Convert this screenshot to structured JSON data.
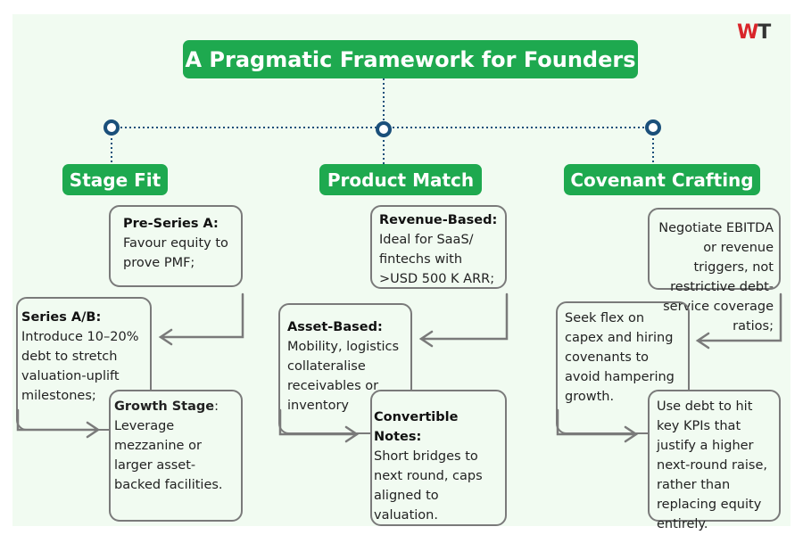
{
  "title": "A Pragmatic Framework for Founders",
  "logo": {
    "text": "WT",
    "colors": [
      "#d9252a",
      "#333333"
    ]
  },
  "colors": {
    "accent": "#1ea94f",
    "node": "#1a4f7a",
    "outline": "#7a7a7a",
    "background": "#f1fbf1"
  },
  "columns": [
    {
      "heading": "Stage Fit",
      "items": [
        {
          "label": "Pre-Series A:",
          "text": "Favour equity to prove PMF;"
        },
        {
          "label": "Series A/B:",
          "text": "Introduce 10–20% debt to stretch valuation-uplift milestones;"
        },
        {
          "label": "Growth Stage",
          "suffix": ":",
          "text": "Leverage mezzanine or larger asset-backed facilities."
        }
      ]
    },
    {
      "heading": "Product Match",
      "items": [
        {
          "label": "Revenue-Based:",
          "text": "Ideal for SaaS/ fintechs with >USD 500 K ARR;"
        },
        {
          "label": "Asset-Based:",
          "text": "Mobility, logistics collateralise receivables or inventory"
        },
        {
          "label": "Convertible Notes:",
          "text": "Short bridges to next round, caps aligned to valuation."
        }
      ]
    },
    {
      "heading": "Covenant Crafting",
      "items": [
        {
          "text": "Negotiate EBITDA or revenue triggers, not restrictive debt-service coverage ratios;"
        },
        {
          "text": "Seek flex on capex and hiring covenants to avoid hampering growth."
        },
        {
          "text": "Use debt to hit key KPIs that justify a higher next-round raise, rather than replacing equity entirely."
        }
      ]
    }
  ]
}
